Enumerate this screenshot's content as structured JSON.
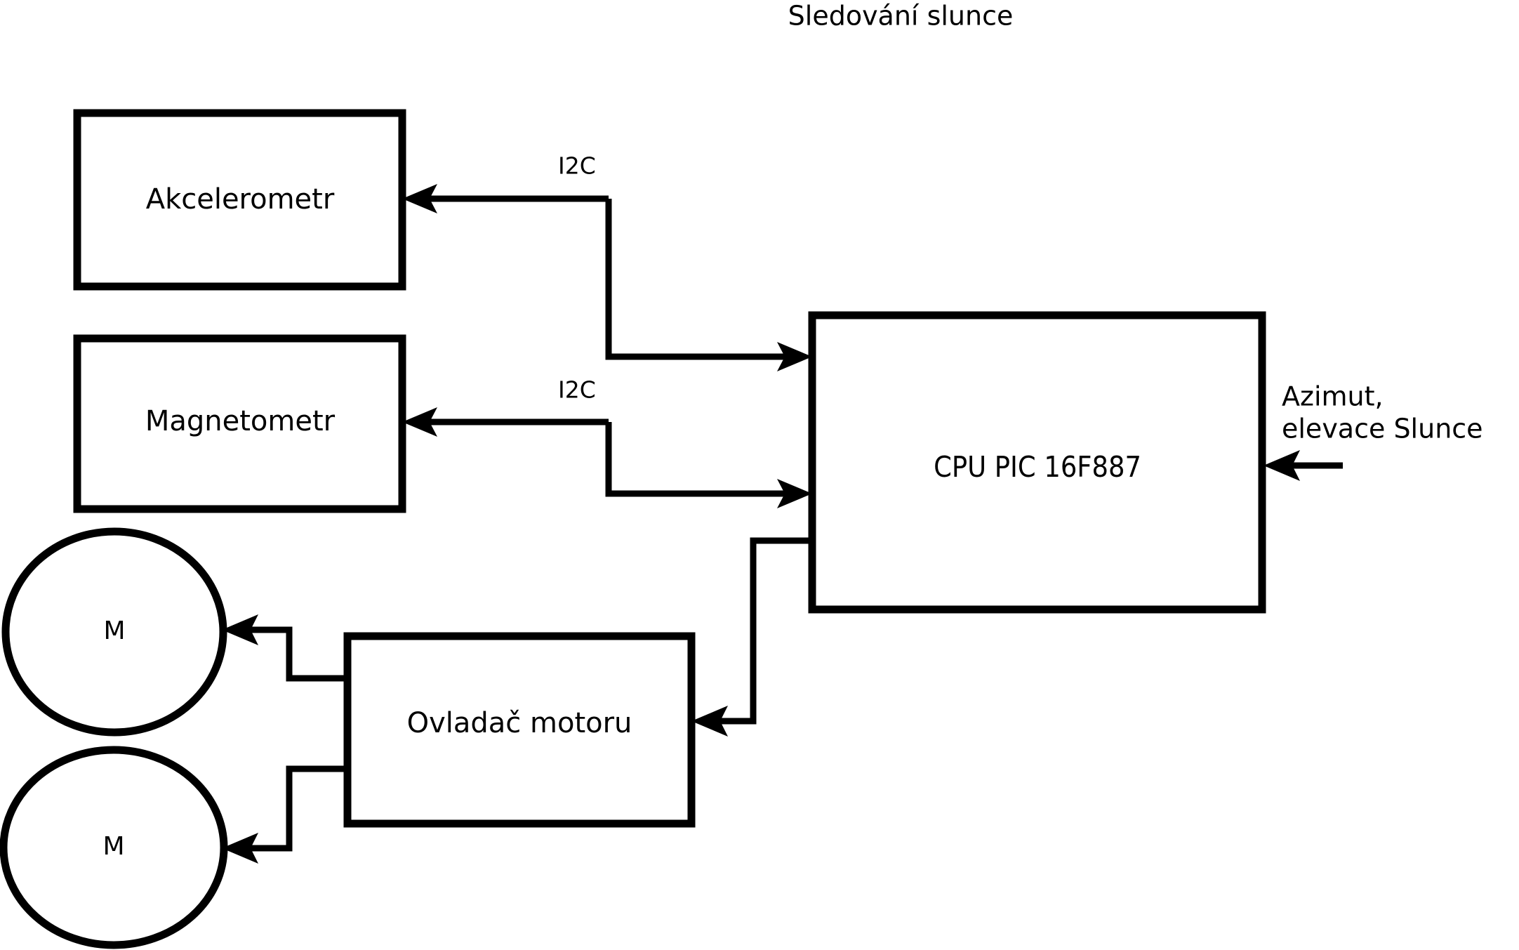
{
  "diagram": {
    "title": "Sledování slunce",
    "nodes": [
      {
        "id": "akcelerometr",
        "label": "Akcelerometr",
        "shape": "rect"
      },
      {
        "id": "magnetometr",
        "label": "Magnetometr",
        "shape": "rect"
      },
      {
        "id": "cpu",
        "label": "CPU PIC 16F887",
        "shape": "rect"
      },
      {
        "id": "ovladac",
        "label": "Ovladač motoru",
        "shape": "rect"
      },
      {
        "id": "motor_top",
        "label": "M",
        "shape": "ellipse"
      },
      {
        "id": "motor_bottom",
        "label": "M",
        "shape": "ellipse"
      }
    ],
    "edge_labels": {
      "accel_bus": "I2C",
      "magnet_bus": "I2C"
    },
    "external_input": {
      "line1": "Azimut,",
      "line2": "elevace Slunce"
    },
    "colors": {
      "stroke": "#000000",
      "fill": "#ffffff",
      "text": "#000000"
    }
  }
}
